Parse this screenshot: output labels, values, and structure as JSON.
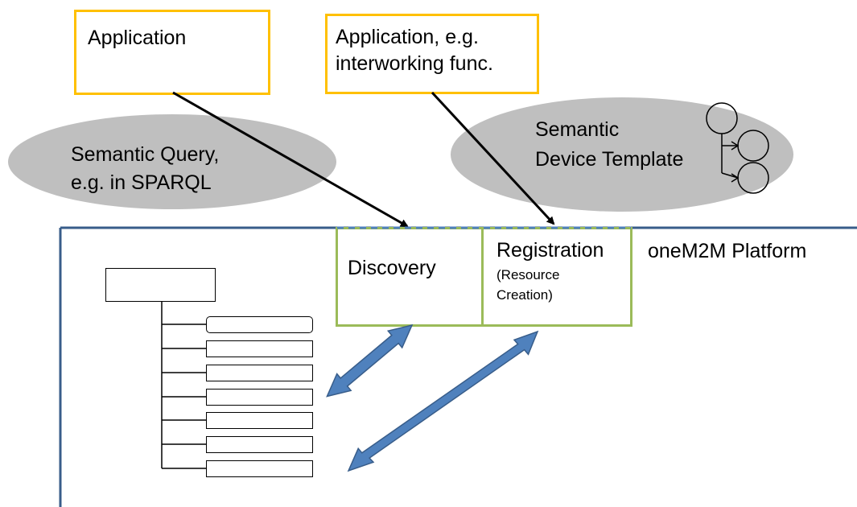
{
  "app_box": {
    "label": "Application"
  },
  "iwk_box": {
    "line1": "Application, e.g.",
    "line2": "interworking func."
  },
  "query_bubble": {
    "line1": "Semantic Query,",
    "line2": "e.g. in SPARQL"
  },
  "template_bubble": {
    "line1": "Semantic",
    "line2": "Device Template"
  },
  "discovery": {
    "label": "Discovery"
  },
  "registration": {
    "label": "Registration",
    "sub1": "(Resource",
    "sub2": "Creation)"
  },
  "platform": {
    "label": "oneM2M Platform"
  },
  "colors": {
    "app_border": "#FFC000",
    "function_border": "#9BBB59",
    "bubble_fill": "#BFBFBF",
    "platform_line": "#385D8A",
    "arrow_fill": "#4F81BD"
  },
  "icons": [
    "resource-tree-icon",
    "ontology-graph-icon",
    "bidirectional-arrow-icon"
  ]
}
